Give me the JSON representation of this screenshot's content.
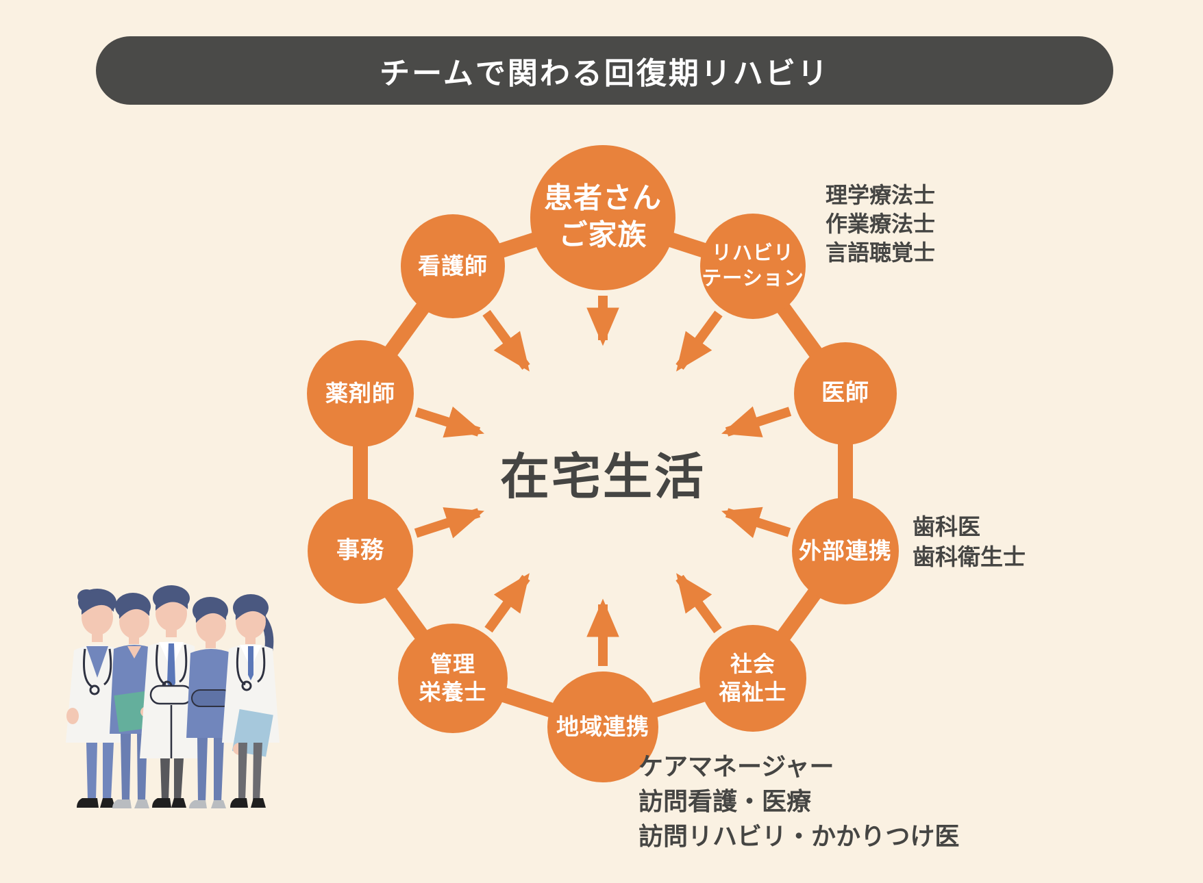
{
  "title": "チームで関わる回復期リハビリ",
  "center_label": "在宅生活",
  "circles": [
    {
      "id": "patient-family",
      "label": "患者さん\nご家族"
    },
    {
      "id": "rehabilitation",
      "label": "リハビリ\nテーション"
    },
    {
      "id": "doctor",
      "label": "医師"
    },
    {
      "id": "external-cooperation",
      "label": "外部連携"
    },
    {
      "id": "social-worker",
      "label": "社会\n福祉士"
    },
    {
      "id": "regional-cooperation",
      "label": "地域連携"
    },
    {
      "id": "dietitian",
      "label": "管理\n栄養士"
    },
    {
      "id": "admin",
      "label": "事務"
    },
    {
      "id": "pharmacist",
      "label": "薬剤師"
    },
    {
      "id": "nurse",
      "label": "看護師"
    }
  ],
  "notes": [
    {
      "for": "rehabilitation",
      "text": "理学療法士\n作業療法士\n言語聴覚士"
    },
    {
      "for": "external-cooperation",
      "text": "歯科医\n歯科衛生士"
    },
    {
      "for": "regional-cooperation",
      "text": "ケアマネージャー\n訪問看護・医療\n訪問リハビリ・かかりつけ医"
    }
  ],
  "colors": {
    "orange": "#E8823C",
    "background": "#FAF1E2",
    "title_bar": "#4A4A48",
    "dark_text": "#454543",
    "circle_text": "#FFFFFF"
  }
}
